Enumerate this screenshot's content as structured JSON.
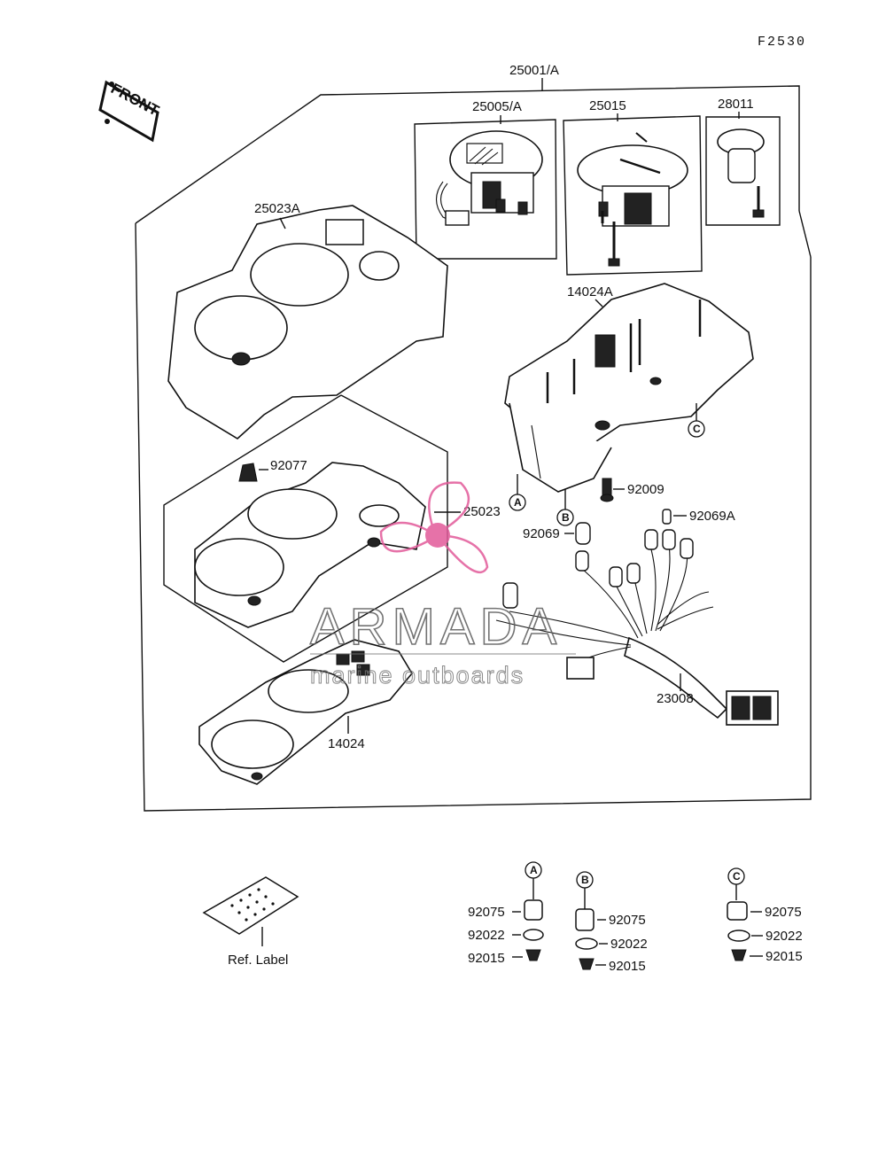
{
  "figure_code": "F2530",
  "front_tag": "FRONT",
  "assembly_label": "25001/A",
  "callouts": {
    "p25005A": "25005/A",
    "p25015": "25015",
    "p28011": "28011",
    "p25023A": "25023A",
    "p14024A": "14024A",
    "p92077": "92077",
    "p25023": "25023",
    "p92009": "92009",
    "p92069A": "92069A",
    "p92069": "92069",
    "p23008": "23008",
    "p14024": "14024"
  },
  "socket_letters": {
    "a": "A",
    "b": "B",
    "c": "C"
  },
  "ref_label": "Ref. Label",
  "kits": [
    {
      "letter": "A",
      "p1": "92075",
      "p2": "92022",
      "p3": "92015"
    },
    {
      "letter": "B",
      "p1": "92075",
      "p2": "92022",
      "p3": "92015"
    },
    {
      "letter": "C",
      "p1": "92075",
      "p2": "92022",
      "p3": "92015"
    }
  ],
  "watermark": {
    "brand": "ARMADA",
    "sub": "marine outboards",
    "color": "#e25a9a"
  }
}
